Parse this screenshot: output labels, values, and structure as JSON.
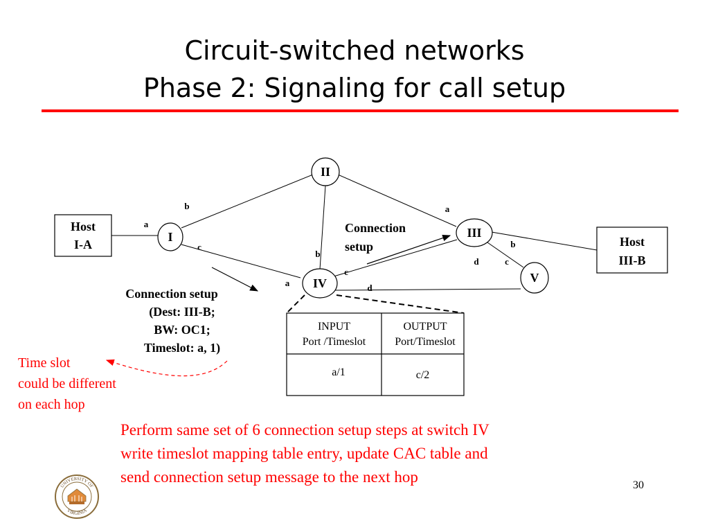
{
  "title": {
    "line1": "Circuit-switched networks",
    "line2": "Phase 2: Signaling for call setup"
  },
  "colors": {
    "title_rule": "#ff0000",
    "annotation": "#ff0000",
    "ink": "#000000"
  },
  "diagram": {
    "switches": [
      "I",
      "II",
      "III",
      "IV",
      "V"
    ],
    "hosts": [
      {
        "line1": "Host",
        "line2": "I-A"
      },
      {
        "line1": "Host",
        "line2": "III-B"
      }
    ],
    "port_labels": {
      "I_a": "a",
      "I_b": "b",
      "I_c": "c",
      "II_IV_b": "b",
      "II_III_a": "a",
      "III_b": "b",
      "III_d": "d",
      "V_c": "c",
      "IV_a": "a",
      "IV_c": "c",
      "IV_d": "d"
    },
    "connection_setup_right": {
      "line1": "Connection",
      "line2": "setup"
    },
    "connection_setup_left": {
      "line1": "Connection setup",
      "line2": "(Dest: III-B;",
      "line3": "BW: OC1;",
      "line4": "Timeslot: a, 1)"
    },
    "table": {
      "headers": [
        {
          "line1": "INPUT",
          "line2": "Port /Timeslot"
        },
        {
          "line1": "OUTPUT",
          "line2": "Port/Timeslot"
        }
      ],
      "rows": [
        [
          "a/1",
          "c/2"
        ]
      ]
    },
    "time_slot_note": {
      "line1": "Time slot",
      "line2": "could be different",
      "line3": "on each hop"
    }
  },
  "footer_text": {
    "line1": "Perform same set of 6 connection setup steps at switch IV",
    "line2": "write timeslot mapping table entry, update CAC table and",
    "line3": "send connection setup message to the next hop"
  },
  "logo": {
    "text_top": "UNIVERSITY OF",
    "text_bottom": "VIRGINIA",
    "icon": "university-seal-icon"
  },
  "page_number": "30"
}
